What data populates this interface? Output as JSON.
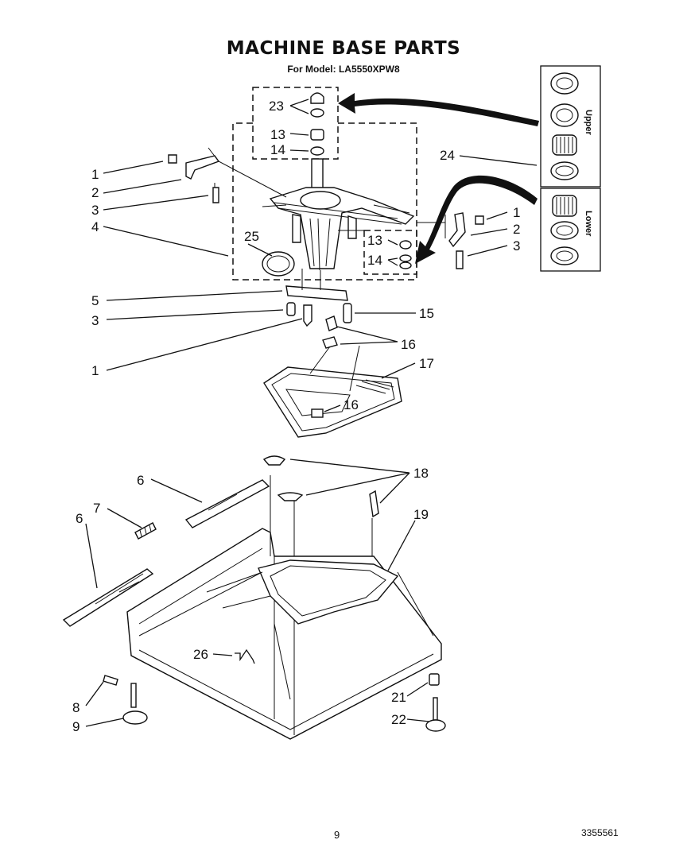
{
  "header": {
    "title": "MACHINE BASE PARTS",
    "subtitle": "For Model: LA5550XPW8"
  },
  "callouts": {
    "c1a": "1",
    "c2a": "2",
    "c3a": "3",
    "c4": "4",
    "c1b": "1",
    "c2b": "2",
    "c3b": "3",
    "c5": "5",
    "c3c": "3",
    "c1c": "1",
    "c13a": "13",
    "c14a": "14",
    "c13b": "13",
    "c14b": "14",
    "c23": "23",
    "c24": "24",
    "c25": "25",
    "c15": "15",
    "c16a": "16",
    "c16b": "16",
    "c17": "17",
    "c6a": "6",
    "c7": "7",
    "c6b": "6",
    "c18": "18",
    "c19": "19",
    "c26": "26",
    "c8": "8",
    "c9": "9",
    "c21": "21",
    "c22": "22"
  },
  "side_panels": {
    "upper": "Upper",
    "lower": "Lower"
  },
  "footer": {
    "page_number": "9",
    "doc_number": "3355561"
  }
}
